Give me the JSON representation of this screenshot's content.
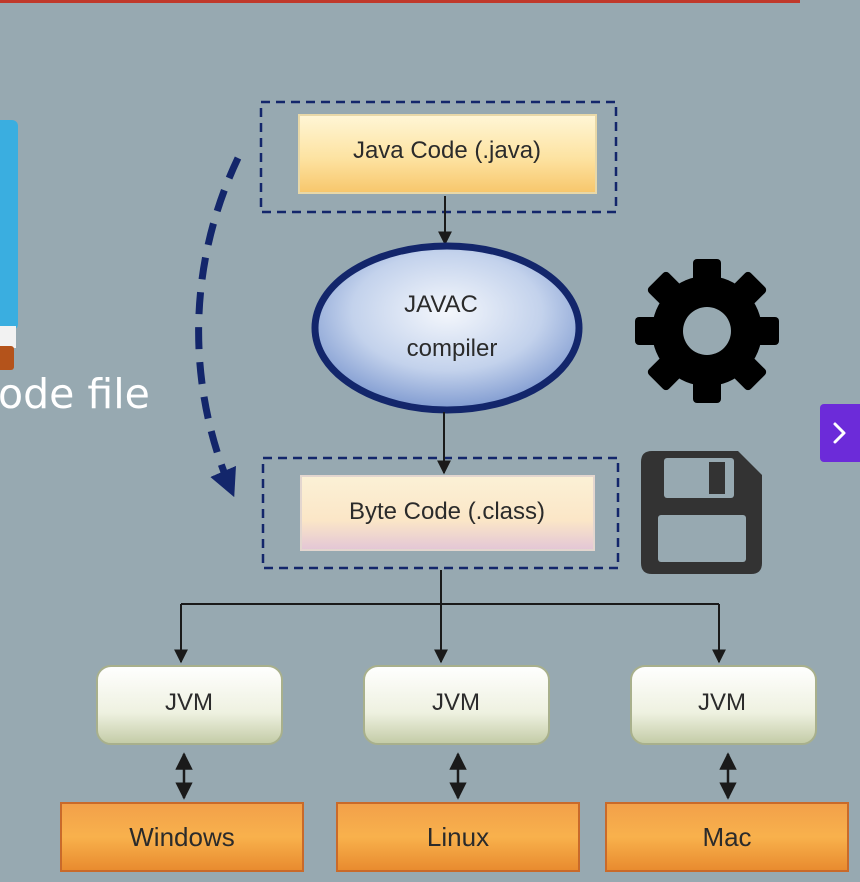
{
  "diagram": {
    "source_node": "Java Code (.java)",
    "compiler_node": {
      "line1": "JAVAC",
      "line2": "compiler"
    },
    "bytecode_node": "Byte Code (.class)",
    "jvm_nodes": [
      "JVM",
      "JVM",
      "JVM"
    ],
    "platforms": [
      "Windows",
      "Linux",
      "Mac"
    ]
  },
  "side_caption": "ode file",
  "icons": {
    "compile": "gear-icon",
    "save": "floppy-disk-icon",
    "next": "chevron-right-icon"
  },
  "colors": {
    "background": "#97a9b1",
    "compiler_outline": "#13266b",
    "dashed_box": "#13266b",
    "platform_fill": "#f4a13a",
    "next_button": "#6c2bd9"
  }
}
